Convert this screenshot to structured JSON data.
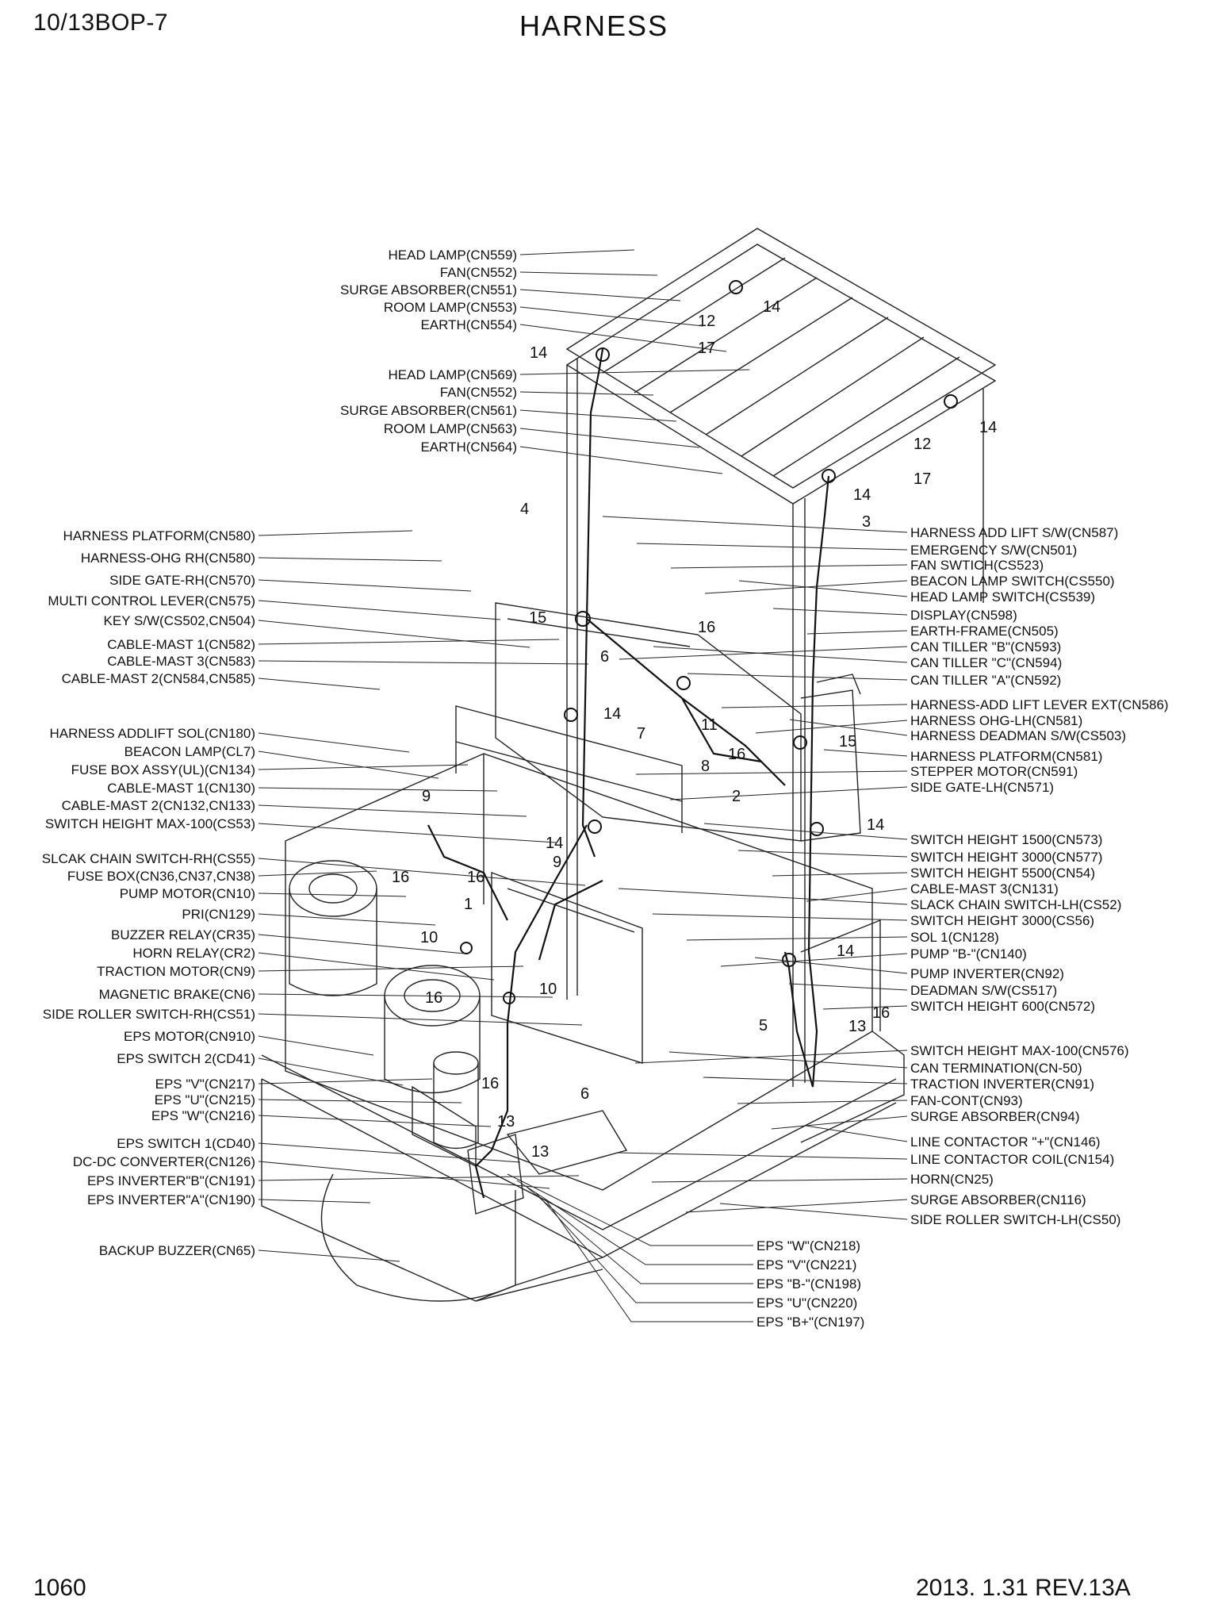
{
  "header": {
    "model": "10/13BOP-7",
    "title": "HARNESS"
  },
  "footer": {
    "page": "1060",
    "revision": "2013. 1.31  REV.13A"
  },
  "labels_left": [
    "HEAD LAMP(CN559)",
    "FAN(CN552)",
    "SURGE ABSORBER(CN551)",
    "ROOM LAMP(CN553)",
    "EARTH(CN554)",
    "HEAD LAMP(CN569)",
    "FAN(CN552)",
    "SURGE ABSORBER(CN561)",
    "ROOM LAMP(CN563)",
    "EARTH(CN564)",
    "HARNESS PLATFORM(CN580)",
    "HARNESS-OHG RH(CN580)",
    "SIDE GATE-RH(CN570)",
    "MULTI CONTROL LEVER(CN575)",
    "KEY S/W(CS502,CN504)",
    "CABLE-MAST 1(CN582)",
    "CABLE-MAST 3(CN583)",
    "CABLE-MAST 2(CN584,CN585)",
    "HARNESS ADDLIFT SOL(CN180)",
    "BEACON LAMP(CL7)",
    "FUSE BOX ASSY(UL)(CN134)",
    "CABLE-MAST 1(CN130)",
    "CABLE-MAST 2(CN132,CN133)",
    "SWITCH HEIGHT MAX-100(CS53)",
    "SLCAK CHAIN SWITCH-RH(CS55)",
    "FUSE BOX(CN36,CN37,CN38)",
    "PUMP MOTOR(CN10)",
    "PRI(CN129)",
    "BUZZER RELAY(CR35)",
    "HORN RELAY(CR2)",
    "TRACTION MOTOR(CN9)",
    "MAGNETIC BRAKE(CN6)",
    "SIDE ROLLER SWITCH-RH(CS51)",
    "EPS MOTOR(CN910)",
    "EPS SWITCH 2(CD41)",
    "EPS \"V\"(CN217)",
    "EPS \"U\"(CN215)",
    "EPS \"W\"(CN216)",
    "EPS SWITCH 1(CD40)",
    "DC-DC CONVERTER(CN126)",
    "EPS INVERTER\"B\"(CN191)",
    "EPS INVERTER\"A\"(CN190)",
    "BACKUP BUZZER(CN65)"
  ],
  "labels_right": [
    "HARNESS ADD LIFT S/W(CN587)",
    "EMERGENCY S/W(CN501)",
    "FAN SWTICH(CS523)",
    "BEACON LAMP SWITCH(CS550)",
    "HEAD LAMP SWITCH(CS539)",
    "DISPLAY(CN598)",
    "EARTH-FRAME(CN505)",
    "CAN TILLER \"B\"(CN593)",
    "CAN TILLER \"C\"(CN594)",
    "CAN TILLER \"A\"(CN592)",
    "HARNESS-ADD LIFT LEVER EXT(CN586)",
    "HARNESS OHG-LH(CN581)",
    "HARNESS DEADMAN S/W(CS503)",
    "HARNESS PLATFORM(CN581)",
    "STEPPER MOTOR(CN591)",
    "SIDE GATE-LH(CN571)",
    "SWITCH HEIGHT 1500(CN573)",
    "SWITCH HEIGHT 3000(CN577)",
    "SWITCH HEIGHT 5500(CN54)",
    "CABLE-MAST 3(CN131)",
    "SLACK CHAIN SWITCH-LH(CS52)",
    "SWITCH HEIGHT 3000(CS56)",
    "SOL 1(CN128)",
    "PUMP \"B-\"(CN140)",
    "PUMP INVERTER(CN92)",
    "DEADMAN S/W(CS517)",
    "SWITCH HEIGHT 600(CN572)",
    "SWITCH HEIGHT MAX-100(CN576)",
    "CAN TERMINATION(CN-50)",
    "TRACTION INVERTER(CN91)",
    "FAN-CONT(CN93)",
    "SURGE ABSORBER(CN94)",
    "LINE CONTACTOR \"+\"(CN146)",
    "LINE CONTACTOR COIL(CN154)",
    "HORN(CN25)",
    "SURGE ABSORBER(CN116)",
    "SIDE ROLLER SWITCH-LH(CS50)"
  ],
  "labels_bottom": [
    "EPS \"W\"(CN218)",
    "EPS \"V\"(CN221)",
    "EPS \"B-\"(CN198)",
    "EPS \"U\"(CN220)",
    "EPS \"B+\"(CN197)"
  ],
  "callouts": [
    "14",
    "12",
    "17",
    "14",
    "14",
    "12",
    "17",
    "14",
    "4",
    "3",
    "15",
    "16",
    "6",
    "14",
    "11",
    "7",
    "8",
    "16",
    "15",
    "2",
    "14",
    "14",
    "9",
    "16",
    "16",
    "9",
    "1",
    "10",
    "10",
    "16",
    "14",
    "5",
    "13",
    "16",
    "16",
    "6",
    "13",
    "13"
  ]
}
